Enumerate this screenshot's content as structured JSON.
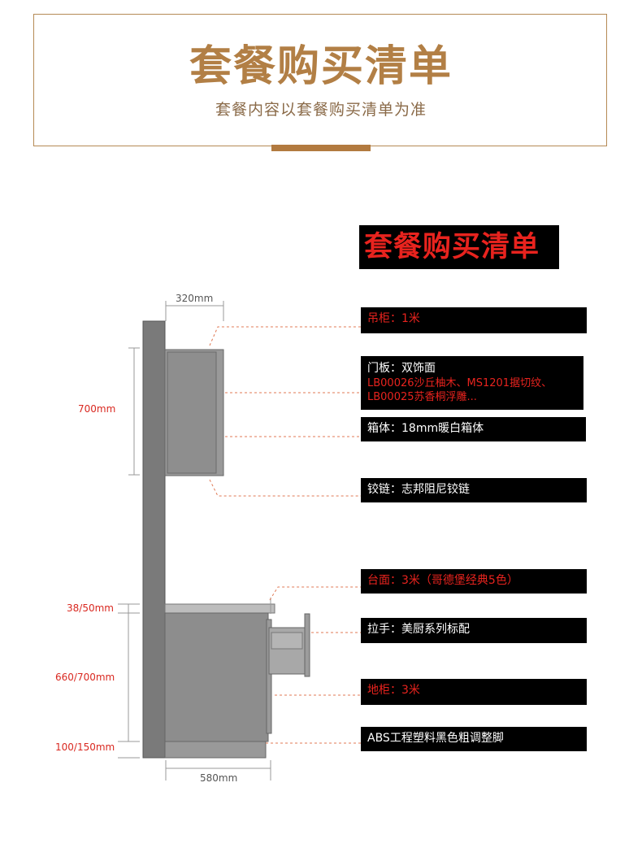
{
  "header": {
    "title": "套餐购买清单",
    "subtitle": "套餐内容以套餐购买清单为准"
  },
  "list_title": "套餐购买清单",
  "labels": {
    "hanging_cabinet": "吊柜：1米",
    "door_panel": "门板：双饰面",
    "door_panel_detail_1": "LB00026沙丘柚木、MS1201据切纹、",
    "door_panel_detail_2": "LB00025苏香桐浮雕...",
    "cabinet_body": "箱体：18mm暖白箱体",
    "hinge": "铰链：志邦阻尼铰链",
    "countertop": "台面：3米（哥德堡经典5色）",
    "handle": "拉手：美厨系列标配",
    "base_cabinet": "地柜：3米",
    "feet": "ABS工程塑料黑色粗调整脚"
  },
  "dimensions": {
    "upper_depth": "320mm",
    "upper_height": "700mm",
    "counter_thickness": "38/50mm",
    "base_height": "660/700mm",
    "plinth_height": "100/150mm",
    "base_depth": "580mm"
  },
  "colors": {
    "accent": "#b27f45",
    "label_bg": "#000000",
    "highlight_text": "#e8231e"
  }
}
